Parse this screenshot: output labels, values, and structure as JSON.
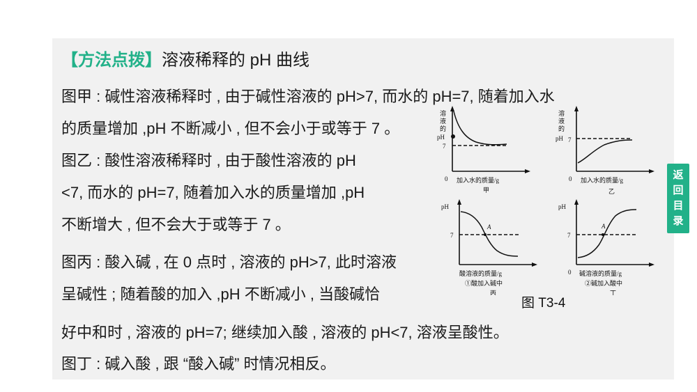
{
  "page": {
    "background_color": "#ffffff",
    "panel_color": "#f1f1f1",
    "accent_color": "#22b189"
  },
  "header": {
    "tag": "【方法点拨】",
    "title": "溶液稀释的 pH 曲线"
  },
  "body": {
    "lines": [
      "图甲 : 碱性溶液稀释时 , 由于碱性溶液的 pH>7, 而水的 pH=7, 随着加入水",
      "的质量增加 ,pH 不断减小 , 但不会小于或等于 7 。",
      "图乙 : 酸性溶液稀释时 , 由于酸性溶液的 pH",
      "<7, 而水的 pH=7, 随着加入水的质量增加 ,pH",
      "不断增大 , 但不会大于或等于 7 。",
      "图丙 : 酸入碱 , 在 0 点时 , 溶液的 pH>7, 此时溶液",
      "呈碱性 ; 随着酸的加入 ,pH 不断减小 , 当酸碱恰",
      "好中和时 , 溶液的 pH=7; 继续加入酸 , 溶液的 pH<7, 溶液呈酸性。",
      "图丁 : 碱入酸 , 跟 “酸入碱” 时情况相反。"
    ]
  },
  "sidebar": {
    "return_tab": {
      "label": "返回目录",
      "chars": [
        "返",
        "回",
        "目",
        "录"
      ]
    }
  },
  "figure_plate": {
    "caption": "图 T3-4"
  },
  "chart_data": [
    {
      "id": "jia",
      "type": "line",
      "title": "甲",
      "xlabel": "加入水的质量/g",
      "ylabel": "溶液的pH",
      "origin_label": "0",
      "ytick_labels": [
        "7"
      ],
      "asymptote": 7,
      "grid": false,
      "dashed_reference_line": true,
      "description": "碱性溶液稀释：pH 由大于 7 单调下降，渐近于 7",
      "x": [
        0,
        0.08,
        0.18,
        0.3,
        0.45,
        0.6,
        0.78,
        1.0
      ],
      "y": [
        13.0,
        11.2,
        9.8,
        8.8,
        8.1,
        7.7,
        7.45,
        7.3
      ]
    },
    {
      "id": "yi",
      "type": "line",
      "title": "乙",
      "xlabel": "加入水的质量/g",
      "ylabel": "溶液的pH",
      "origin_label": "0",
      "ytick_labels": [
        "7"
      ],
      "asymptote": 7,
      "grid": false,
      "dashed_reference_line": true,
      "description": "酸性溶液稀释：pH 由小于 7 单调上升，渐近于 7",
      "x": [
        0,
        0.1,
        0.22,
        0.36,
        0.52,
        0.7,
        0.85,
        1.0
      ],
      "y": [
        2.0,
        3.6,
        4.8,
        5.6,
        6.2,
        6.6,
        6.78,
        6.85
      ]
    },
    {
      "id": "bing",
      "type": "line",
      "title": "丙",
      "subtitle": "①酸加入碱中",
      "xlabel": "酸溶液的质量/g",
      "ylabel": "pH",
      "origin_label": "",
      "ytick_labels": [
        "7"
      ],
      "point_labels": [
        "A"
      ],
      "neutral_point": {
        "label": "A",
        "ph": 7
      },
      "grid": false,
      "dashed_reference_line": true,
      "description": "酸入碱：S 形下降曲线，中和点 A 处 pH=7",
      "x": [
        0,
        0.12,
        0.25,
        0.38,
        0.48,
        0.58,
        0.7,
        0.85,
        1.0
      ],
      "y": [
        12.4,
        12.1,
        11.3,
        9.6,
        7.0,
        4.6,
        3.4,
        3.0,
        2.9
      ]
    },
    {
      "id": "ding",
      "type": "line",
      "title": "丁",
      "subtitle": "②碱加入酸中",
      "xlabel": "碱溶液的质量/g",
      "ylabel": "pH",
      "origin_label": "0",
      "ytick_labels": [
        "7"
      ],
      "point_labels": [
        "A"
      ],
      "neutral_point": {
        "label": "A",
        "ph": 7
      },
      "grid": false,
      "dashed_reference_line": true,
      "description": "碱入酸：S 形上升曲线，中和点 A 处 pH=7",
      "x": [
        0,
        0.12,
        0.25,
        0.38,
        0.48,
        0.58,
        0.72,
        0.86,
        1.0
      ],
      "y": [
        2.2,
        2.6,
        3.4,
        5.0,
        7.0,
        9.6,
        11.4,
        12.1,
        12.4
      ]
    }
  ],
  "figure_labels": {
    "jia_y": [
      "溶",
      "液",
      "的",
      "pH"
    ],
    "yi_y": [
      "溶",
      "液",
      "的",
      "pH"
    ],
    "bing_y": "pH",
    "ding_y": "pH",
    "seven": "7",
    "zero": "0",
    "A": "A"
  }
}
